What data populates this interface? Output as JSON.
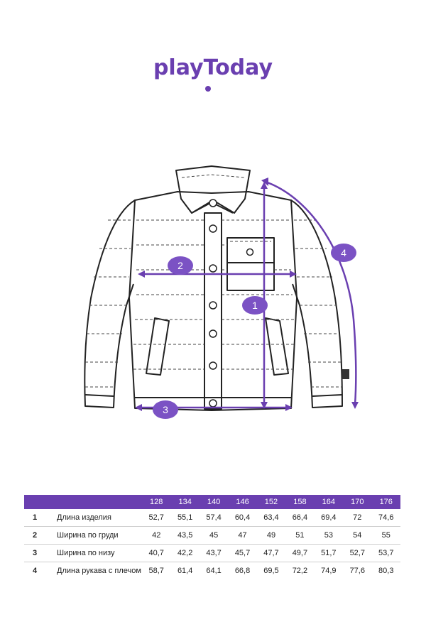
{
  "brand": {
    "logo_text": "playToday",
    "accent_color": "#6a3fb0"
  },
  "diagram": {
    "markers": [
      "1",
      "2",
      "3",
      "4"
    ]
  },
  "size_table": {
    "sizes": [
      "128",
      "134",
      "140",
      "146",
      "152",
      "158",
      "164",
      "170",
      "176"
    ],
    "rows": [
      {
        "num": "1",
        "name": "Длина изделия",
        "values": [
          "52,7",
          "55,1",
          "57,4",
          "60,4",
          "63,4",
          "66,4",
          "69,4",
          "72",
          "74,6"
        ]
      },
      {
        "num": "2",
        "name": "Ширина по груди",
        "values": [
          "42",
          "43,5",
          "45",
          "47",
          "49",
          "51",
          "53",
          "54",
          "55"
        ]
      },
      {
        "num": "3",
        "name": "Ширина по низу",
        "values": [
          "40,7",
          "42,2",
          "43,7",
          "45,7",
          "47,7",
          "49,7",
          "51,7",
          "52,7",
          "53,7"
        ]
      },
      {
        "num": "4",
        "name": "Длина рукава с плечом",
        "values": [
          "58,7",
          "61,4",
          "64,1",
          "66,8",
          "69,5",
          "72,2",
          "74,9",
          "77,6",
          "80,3"
        ]
      }
    ]
  }
}
